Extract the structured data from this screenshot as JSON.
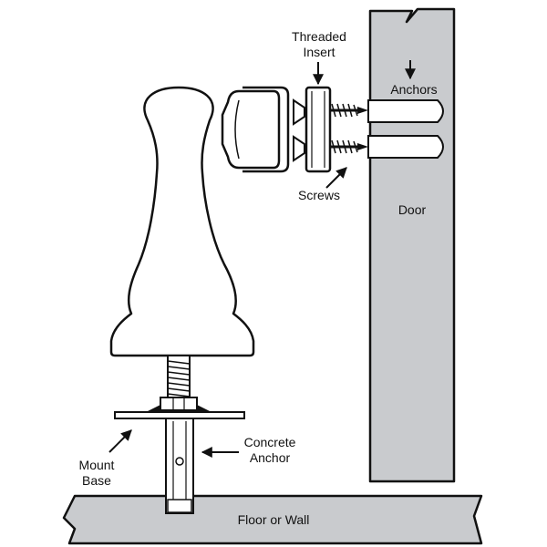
{
  "labels": {
    "threaded_insert": [
      "Threaded",
      "Insert"
    ],
    "anchors": "Anchors",
    "screws": "Screws",
    "door": "Door",
    "concrete_anchor": [
      "Concrete",
      "Anchor"
    ],
    "mount_base": [
      "Mount",
      "Base"
    ],
    "floor_or_wall": "Floor or Wall"
  },
  "colors": {
    "outline": "#111111",
    "panel_fill": "#c9cbce",
    "paper": "#ffffff"
  }
}
